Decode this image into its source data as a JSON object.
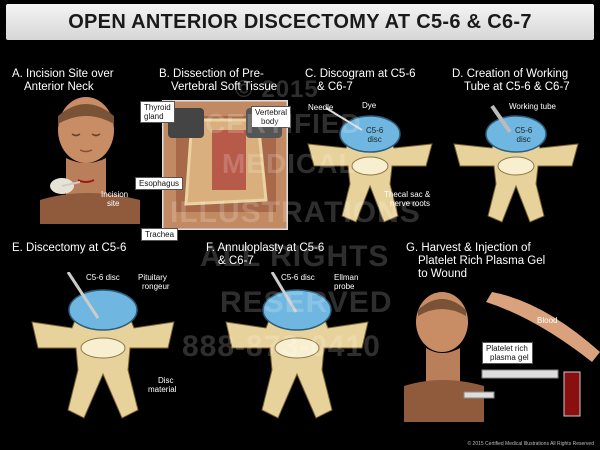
{
  "title": "OPEN ANTERIOR DISCECTOMY AT C5-6 & C6-7",
  "panels": {
    "a": {
      "label_line1": "A. Incision Site over",
      "label_line2": "Anterior Neck",
      "incision_site_1": "Incision",
      "incision_site_2": "site"
    },
    "b": {
      "label_line1": "B. Dissection of Pre-",
      "label_line2": "Vertebral Soft Tissue",
      "thyroid_1": "Thyroid",
      "thyroid_2": "gland",
      "vertebral_1": "Vertebral",
      "vertebral_2": "body",
      "esophagus": "Esophagus",
      "trachea": "Trachea"
    },
    "c": {
      "label_line1": "C. Discogram at C5-6",
      "label_line2": "& C6-7",
      "needle": "Needle",
      "dye": "Dye",
      "disc_1": "C5-6",
      "disc_2": "disc",
      "thecal_1": "Thecal sac &",
      "thecal_2": "nerve roots"
    },
    "d": {
      "label_line1": "D. Creation of Working",
      "label_line2": "Tube at C5-6 & C6-7",
      "working_tube": "Working tube",
      "disc_1": "C5-6",
      "disc_2": "disc"
    },
    "e": {
      "label_line1": "E. Discectomy at C5-6",
      "disc": "C5-6 disc",
      "pituitary_1": "Pituitary",
      "pituitary_2": "rongeur",
      "material_1": "Disc",
      "material_2": "material"
    },
    "f": {
      "label_line1": "F. Annuloplasty at C5-6",
      "label_line2": "& C6-7",
      "disc": "C5-6 disc",
      "ellman_1": "Ellman",
      "ellman_2": "probe"
    },
    "g": {
      "label_line1": "G. Harvest & Injection of",
      "label_line2": "Platelet Rich Plasma Gel",
      "label_line3": "to Wound",
      "blood": "Blood",
      "prp_1": "Platelet rich",
      "prp_2": "plasma gel"
    }
  },
  "watermark": {
    "line1": "© 2015",
    "line2": "CERTIFIED",
    "line3": "MEDICAL",
    "line4": "ILLUSTRATIONS",
    "line5": "ALL RIGHTS",
    "line6": "RESERVED",
    "line7": "888-873-0410"
  },
  "footer": "© 2015 Certified Medical Illustrations All Rights Reserved",
  "colors": {
    "title_bg": "#e6e6e6",
    "disc": "#6fb7e0",
    "bone": "#f2e2b4",
    "skin": "#d9a27c",
    "background": "#000000"
  }
}
